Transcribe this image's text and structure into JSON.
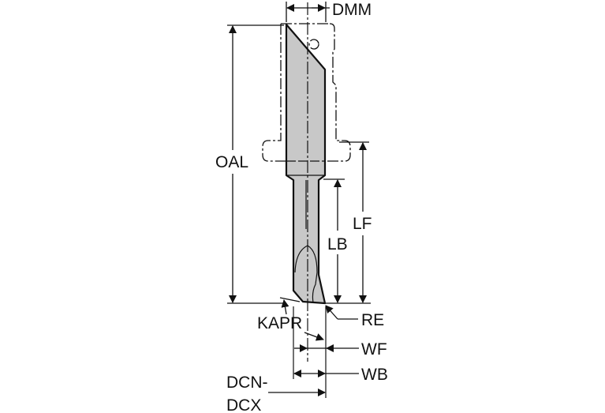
{
  "diagram": {
    "labels": {
      "dmm": "DMM",
      "oal": "OAL",
      "lf": "LF",
      "lb": "LB",
      "kapr": "KAPR",
      "re": "RE",
      "wf": "WF",
      "wb": "WB",
      "dcn_line1": "DCN-",
      "dcn_line2": "DCX"
    },
    "colors": {
      "tool_fill": "#c8c8c8",
      "line": "#111111"
    }
  }
}
